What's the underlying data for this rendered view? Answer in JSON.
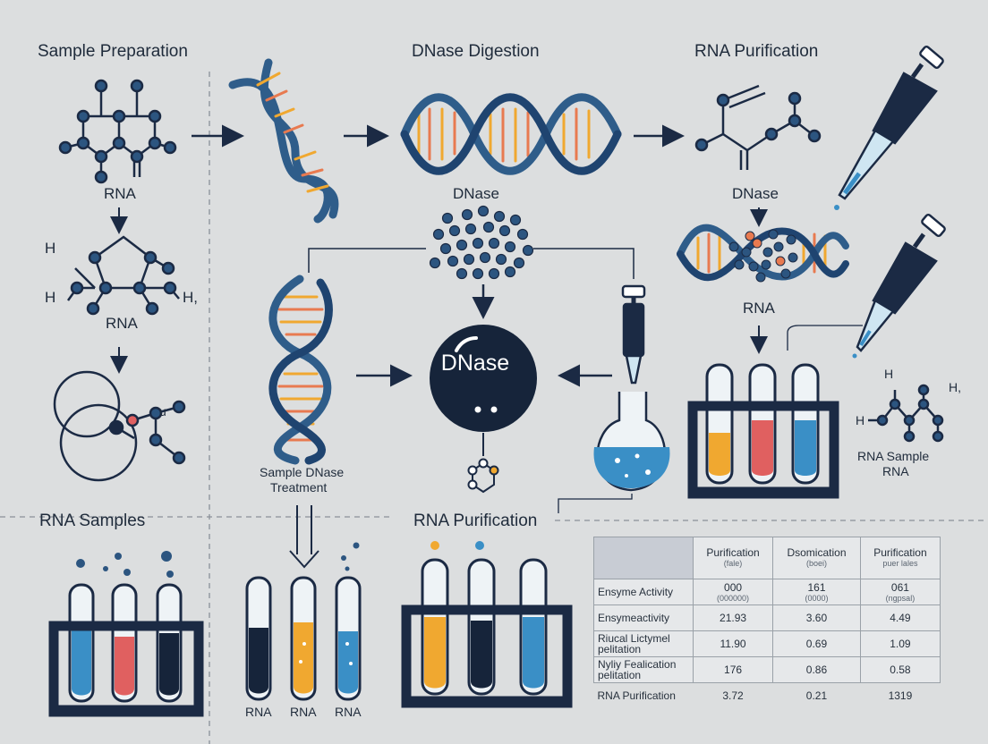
{
  "labels": {
    "sample_preparation": "Sample Preparation",
    "dnase_digestion": "DNase Digestion",
    "rna_purification_top": "RNA Purification",
    "rna_1": "RNA",
    "rna_2": "RNA",
    "h_left_top": "H",
    "h_left_bottom": "H",
    "h_comma": "H,",
    "u_small": "u",
    "dnase_cluster": "DNase",
    "dnase_center": "DNase",
    "dnase_right": "DNase",
    "rna_right": "RNA",
    "sample_dnase_treatment_1": "Sample DNase",
    "sample_dnase_treatment_2": "Treatment",
    "rna_samples": "RNA Samples",
    "rna_purification_mid": "RNA Purification",
    "tube_rna_1": "RNA",
    "tube_rna_2": "RNA",
    "tube_rna_3": "RNA",
    "mol_h_top": "H",
    "mol_h_comma": "H,",
    "mol_h_left": "H",
    "rna_sample_1": "RNA Sample",
    "rna_sample_2": "RNA"
  },
  "table": {
    "columns": [
      {
        "title": "Purification",
        "sub": "(fale)"
      },
      {
        "title": "Dsomication",
        "sub": "(boei)"
      },
      {
        "title": "Purification",
        "sub": "puer lales"
      }
    ],
    "rows": [
      {
        "label": "Ensyme Activity",
        "values": [
          "000",
          "161",
          "061"
        ],
        "subs": [
          "(000000)",
          "(0000)",
          "(ngpsal)"
        ]
      },
      {
        "label": "Ensymeactivity",
        "values": [
          "21.93",
          "3.60",
          "4.49"
        ],
        "subs": [
          "",
          "",
          ""
        ]
      },
      {
        "label": "Riucal  Lictymel pelitation",
        "values": [
          "11.90",
          "0.69",
          "1.09"
        ],
        "subs": [
          "",
          "",
          ""
        ]
      },
      {
        "label": "Nyliy   Fealication pelitation",
        "values": [
          "176",
          "0.86",
          "0.58"
        ],
        "subs": [
          "",
          "",
          ""
        ]
      },
      {
        "label": "RNA Purification",
        "values": [
          "3.72",
          "0.21",
          "1319"
        ],
        "subs": [
          "",
          "",
          ""
        ]
      }
    ]
  },
  "colors": {
    "background": "#dcdedf",
    "navy": "#1b2a44",
    "helix_blue": "#2f5d8a",
    "liquid_blue": "#3a8fc6",
    "liquid_red": "#e06060",
    "liquid_orange": "#f0a830",
    "accent_node": "#2c5580"
  }
}
